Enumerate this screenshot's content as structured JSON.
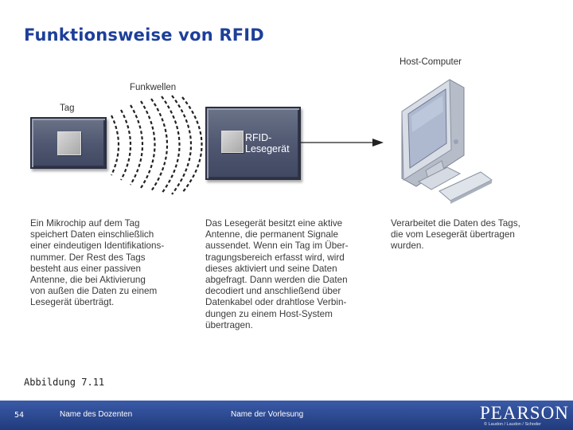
{
  "slide": {
    "title": "Funktionsweise von RFID",
    "caption": "Abbildung 7.11"
  },
  "diagram": {
    "tag_label": "Tag",
    "waves_label": "Funkwellen",
    "reader_label": "RFID-\nLesegerät",
    "host_label": "Host-Computer",
    "desc_tag": "Ein Mikrochip auf dem Tag\nspeichert Daten einschließlich\neiner eindeutigen Identifikations-\nnummer. Der Rest des Tags\nbesteht aus einer passiven\nAntenne, die bei Aktivierung\nvon außen die Daten zu einem\nLesegerät überträgt.",
    "desc_reader": "Das Lesegerät besitzt eine aktive\nAntenne, die permanent Signale\naussendet. Wenn ein Tag im Über-\ntragungsbereich erfasst wird, wird\ndieses aktiviert und seine Daten\nabgefragt. Dann werden die Daten\ndecodiert und anschließend über\nDatenkabel oder drahtlose Verbin-\ndungen zu einem Host-System\nübertragen.",
    "desc_host": "Verarbeitet die Daten des Tags,\ndie vom Lesegerät übertragen\nwurden."
  },
  "footer": {
    "page_number": "54",
    "lecturer": "Name des Dozenten",
    "lecture": "Name der Vorlesung",
    "brand": "PEARSON",
    "credit": "© Laudon / Laudon / Schoder"
  },
  "colors": {
    "title": "#1d3f9a",
    "footer": "#213b7c"
  }
}
